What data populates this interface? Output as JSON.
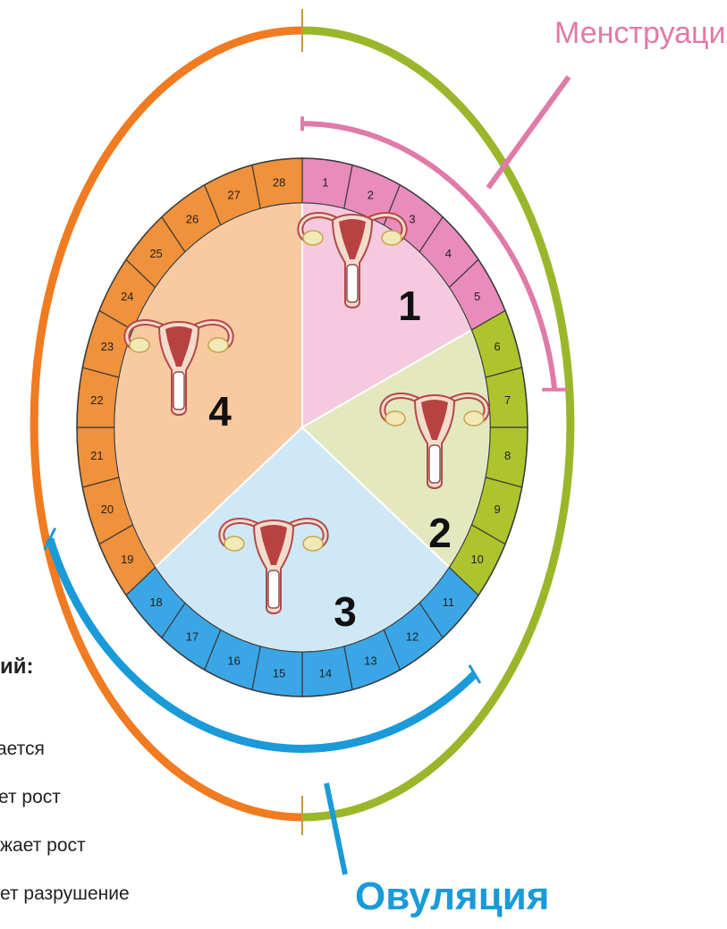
{
  "labels": {
    "menstruation": "Менструация",
    "ovulation": "Овуляция"
  },
  "side_text": {
    "heading": "ий:",
    "line1": "ается",
    "line2": "ет рост",
    "line3": "жает рост",
    "line4": "ет разрушение"
  },
  "phases": [
    {
      "number": "1",
      "days": [
        1,
        5
      ],
      "color": "#f5c9de",
      "ring_color": "#e98bbb"
    },
    {
      "number": "2",
      "days": [
        6,
        10
      ],
      "color": "#e4e8bf",
      "ring_color": "#aec42c"
    },
    {
      "number": "3",
      "days": [
        11,
        18
      ],
      "color": "#cfe8f6",
      "ring_color": "#3aa6e6"
    },
    {
      "number": "4",
      "days": [
        19,
        28
      ],
      "color": "#f9c9a0",
      "ring_color": "#f0913b"
    }
  ],
  "day_labels": [
    "1",
    "2",
    "3",
    "4",
    "5",
    "6",
    "7",
    "8",
    "9",
    "10",
    "11",
    "12",
    "13",
    "14",
    "15",
    "16",
    "17",
    "18",
    "19",
    "20",
    "21",
    "22",
    "23",
    "24",
    "25",
    "26",
    "27",
    "28"
  ],
  "colors": {
    "outer_left": "#f07b21",
    "outer_right": "#9ab72b",
    "menstruation_bracket": "#e07aa8",
    "ovulation_bracket": "#1a9ad8",
    "axis_line": "#c49a3a"
  },
  "icons": [
    "uterus-icon",
    "uterus-icon",
    "uterus-icon",
    "uterus-icon"
  ]
}
